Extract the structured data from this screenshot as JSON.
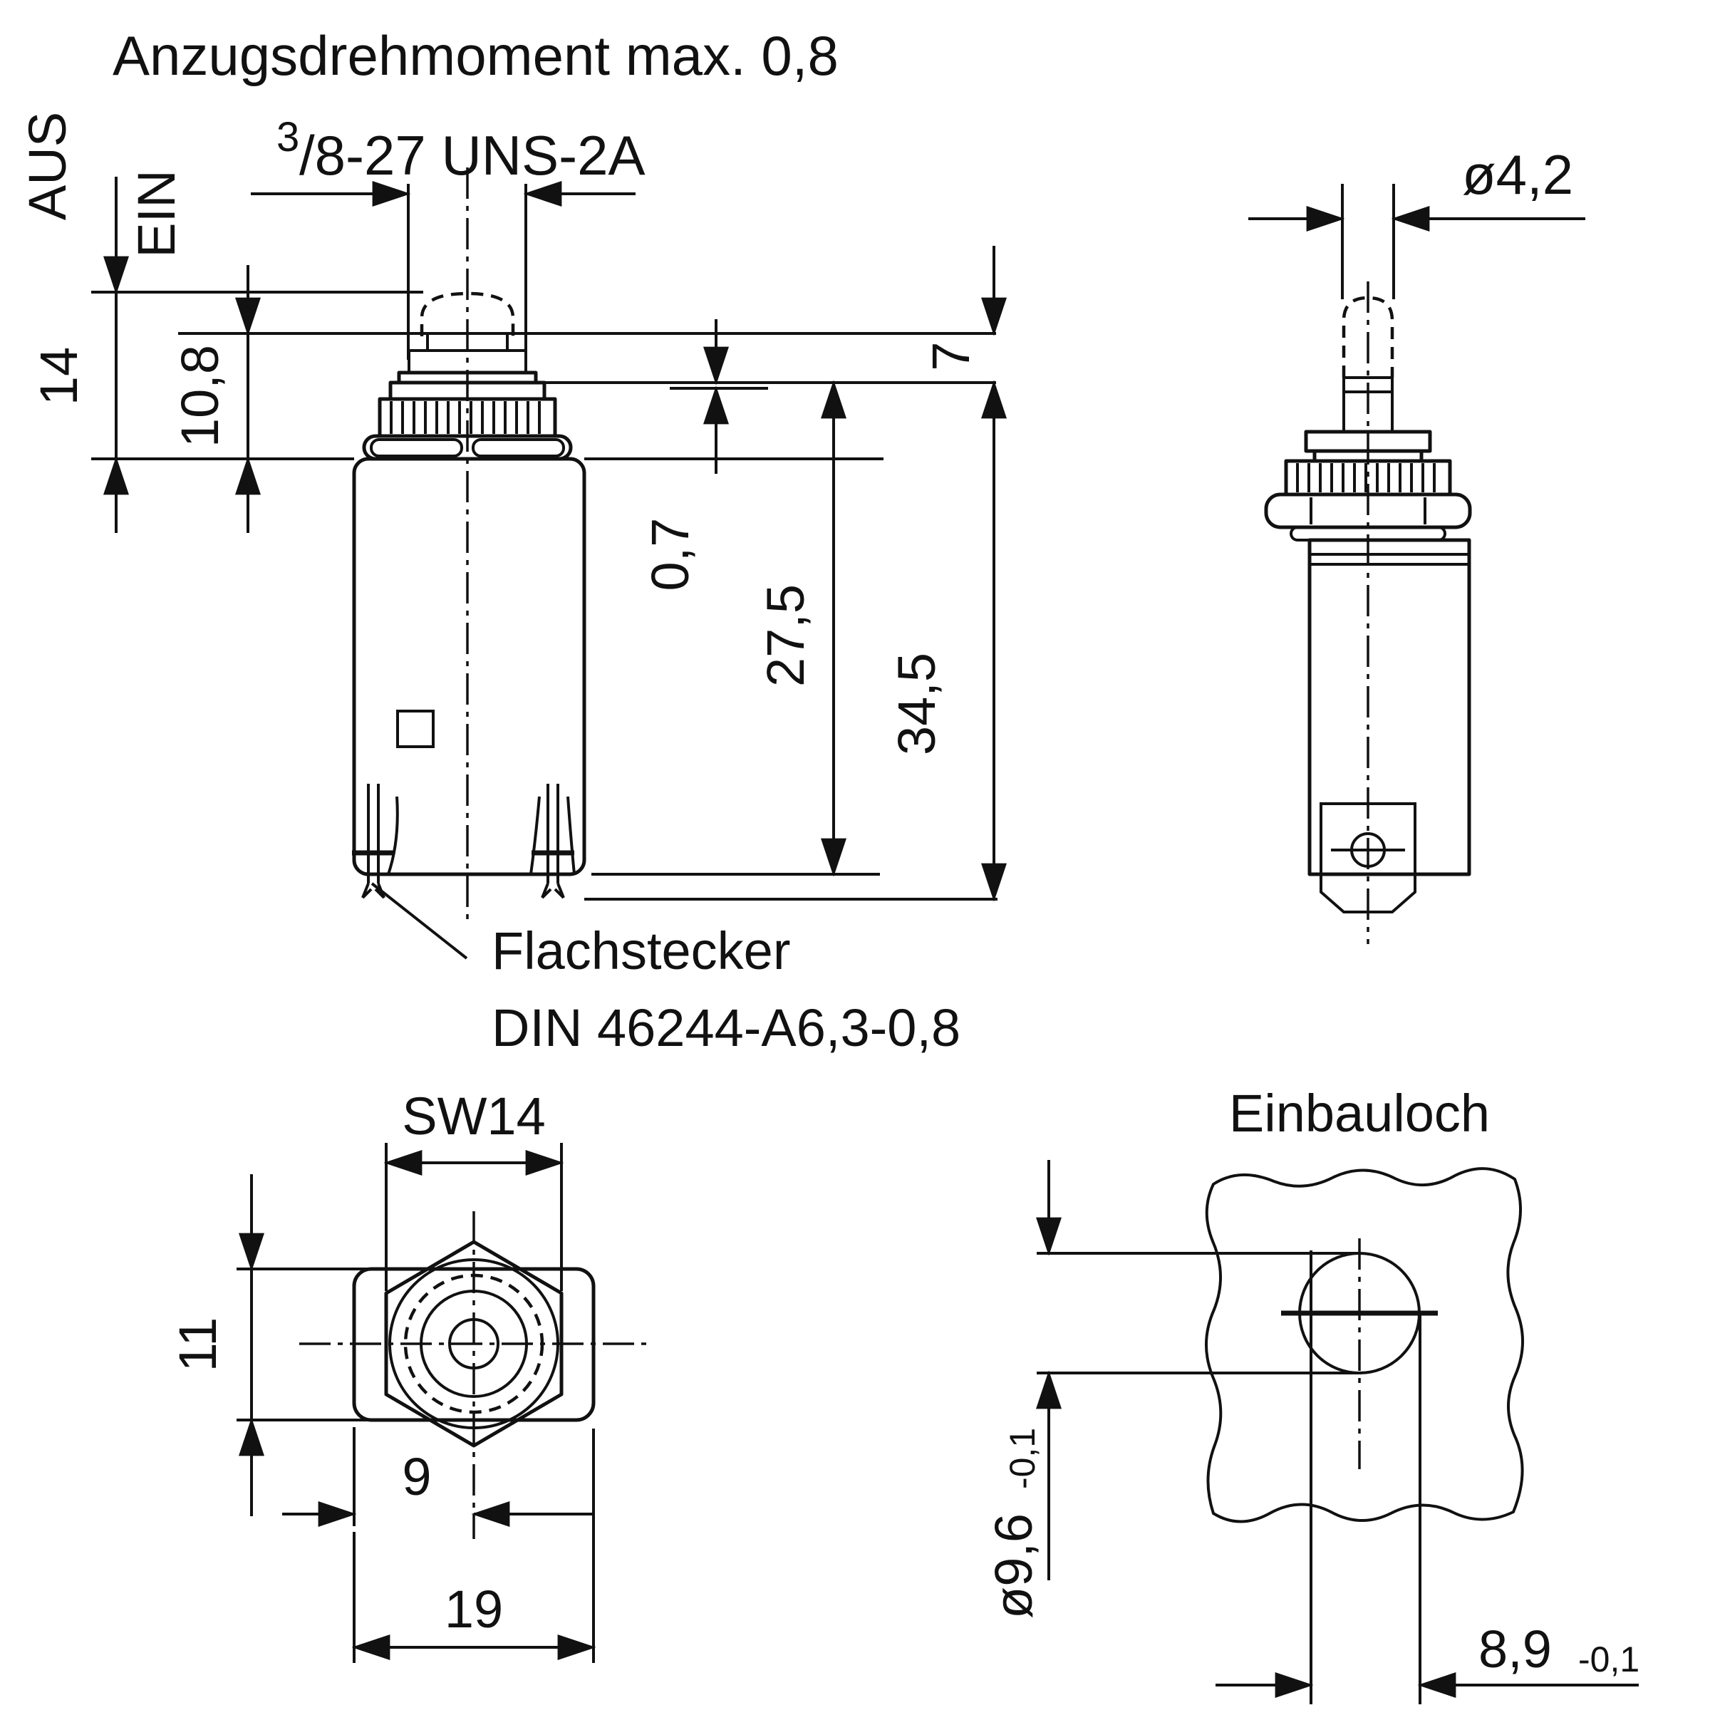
{
  "drawing": {
    "title": "Anzugsdrehmoment max. 0,8",
    "colors": {
      "line": "#111111",
      "background": "#ffffff"
    },
    "front_view": {
      "position_label_out": "AUS",
      "position_label_in": "EIN",
      "dim_travel_out": "14",
      "dim_travel_in": "10,8",
      "thread_sup": "3",
      "thread_rest": "/8-27 UNS-2A",
      "dim_flange_step": "0,7",
      "dim_case_height": "27,5",
      "dim_total_height": "34,5",
      "dim_bushing_height": "7",
      "leader_line1": "Flachstecker",
      "leader_line2": "DIN 46244-A6,3-0,8"
    },
    "side_view": {
      "dim_button_dia": "ø4,2"
    },
    "top_view": {
      "dim_wrench_size": "SW14",
      "dim_body_depth": "11",
      "dim_center_offset": "9",
      "dim_body_width": "19"
    },
    "mounting_hole_view": {
      "title": "Einbauloch",
      "dim_hole_dia": "ø9,6",
      "dim_hole_dia_tol": "-0,1",
      "dim_flat_width": "8,9",
      "dim_flat_width_tol": "-0,1"
    }
  }
}
